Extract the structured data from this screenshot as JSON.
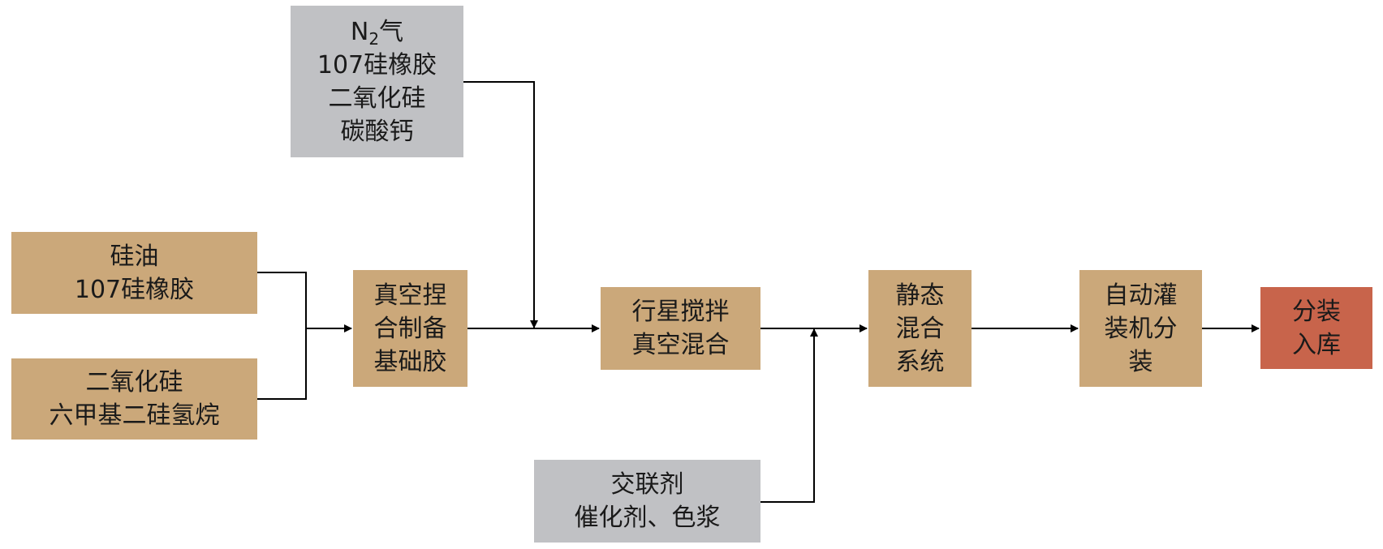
{
  "nodes": {
    "silicone_oil": {
      "lines": [
        "硅油",
        "107硅橡胶"
      ]
    },
    "silica_hmds": {
      "lines": [
        "二氧化硅",
        "六甲基二硅氢烷"
      ]
    },
    "gas_inputs": {
      "formula_main": "N",
      "formula_sub": "2",
      "formula_tail": "气",
      "lines": [
        "107硅橡胶",
        "二氧化硅",
        "碳酸钙"
      ]
    },
    "vacuum_kneading": {
      "lines": [
        "真空捏",
        "合制备",
        "基础胶"
      ]
    },
    "planetary_mixing": {
      "lines": [
        "行星搅拌",
        "真空混合"
      ]
    },
    "crosslinker_inputs": {
      "lines": [
        "交联剂",
        "催化剂、色浆"
      ]
    },
    "static_mixing": {
      "lines": [
        "静态",
        "混合",
        "系统"
      ]
    },
    "auto_filling": {
      "lines": [
        "自动灌",
        "装机分",
        "装"
      ]
    },
    "packaging_storage": {
      "lines": [
        "分装",
        "入库"
      ]
    }
  },
  "colors": {
    "process": "#cba87a",
    "input": "#c0c1c4",
    "final": "#c8644b",
    "connector": "#000000"
  }
}
